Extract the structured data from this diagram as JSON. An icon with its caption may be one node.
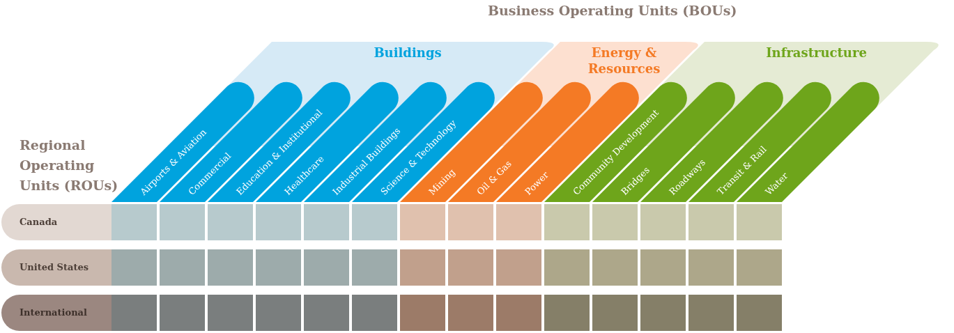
{
  "diagram": {
    "title": "Business Operating Units (BOUs)",
    "nodes": [
      {
        "text": [
          "Buildings"
        ]
      },
      {
        "text": [
          "Energy & Resources"
        ]
      },
      {
        "text": [
          "Infrastructure"
        ]
      },
      {
        "text": [
          "Airports & Aviation"
        ]
      },
      {
        "text": [
          "Commercial"
        ]
      },
      {
        "text": [
          "Education & Institutional"
        ]
      },
      {
        "text": [
          "Healthcare"
        ]
      },
      {
        "text": [
          "Industrial Buildings"
        ]
      },
      {
        "text": [
          "Science & Technology"
        ]
      },
      {
        "text": [
          "Mining"
        ]
      },
      {
        "text": [
          "Oil & Gas"
        ]
      },
      {
        "text": [
          "Power"
        ]
      },
      {
        "text": [
          "Community Development"
        ]
      },
      {
        "text": [
          "Bridges"
        ]
      },
      {
        "text": [
          "Roadways"
        ]
      },
      {
        "text": [
          "Transit & Rail"
        ]
      },
      {
        "text": [
          "Water"
        ]
      },
      {
        "text": [
          "Canada"
        ]
      },
      {
        "text": [
          "United States"
        ]
      },
      {
        "text": [
          "International"
        ]
      }
    ],
    "edges": [],
    "labels": [
      "Regional Operating Units (ROUs)"
    ]
  }
}
